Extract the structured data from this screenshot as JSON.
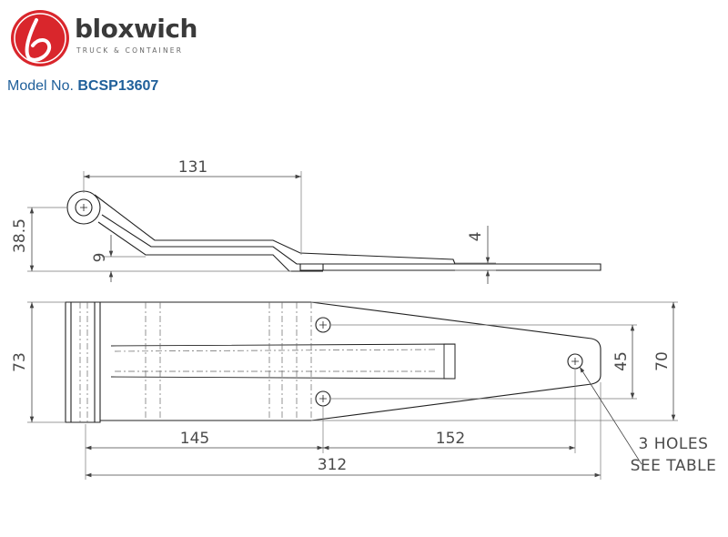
{
  "brand": {
    "name": "bloxwich",
    "tagline": "TRUCK & CONTAINER",
    "logo_color": "#d9262c"
  },
  "model": {
    "label": "Model No.",
    "number": "BCSP13607",
    "color": "#1f5f9a"
  },
  "dimensions": {
    "side_length": "131",
    "side_height": "38.5",
    "side_offset": "9",
    "side_thickness": "4",
    "plan_width": "73",
    "hole_spacing": "45",
    "tip_width": "70",
    "hole_offset": "145",
    "hole_to_tip": "152",
    "overall_length": "312"
  },
  "notes": {
    "holes_line1": "3 HOLES",
    "holes_line2": "SEE TABLE"
  }
}
